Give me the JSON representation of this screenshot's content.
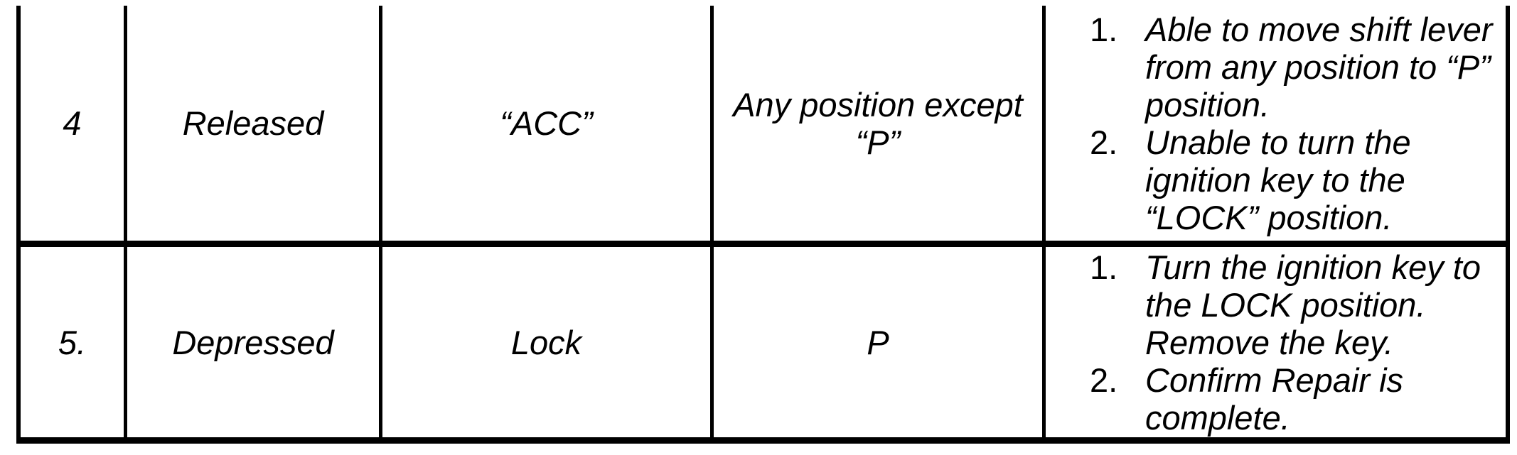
{
  "table": {
    "rows": [
      {
        "step": "4",
        "condition": "Released",
        "ignition_position": "“ACC”",
        "shift_position": "Any position except\n“P”",
        "results": [
          {
            "num": "1.",
            "text": "Able to move shift lever\nfrom any position to “P”\nposition."
          },
          {
            "num": "2.",
            "text": "Unable to turn the\nignition key to the\n“LOCK” position."
          }
        ]
      },
      {
        "step": "5.",
        "condition": "Depressed",
        "ignition_position": "Lock",
        "shift_position": "P",
        "results": [
          {
            "num": "1.",
            "text": "Turn the ignition key to\nthe LOCK position.\nRemove the key."
          },
          {
            "num": "2.",
            "text": "Confirm Repair is\ncomplete."
          }
        ]
      }
    ]
  }
}
